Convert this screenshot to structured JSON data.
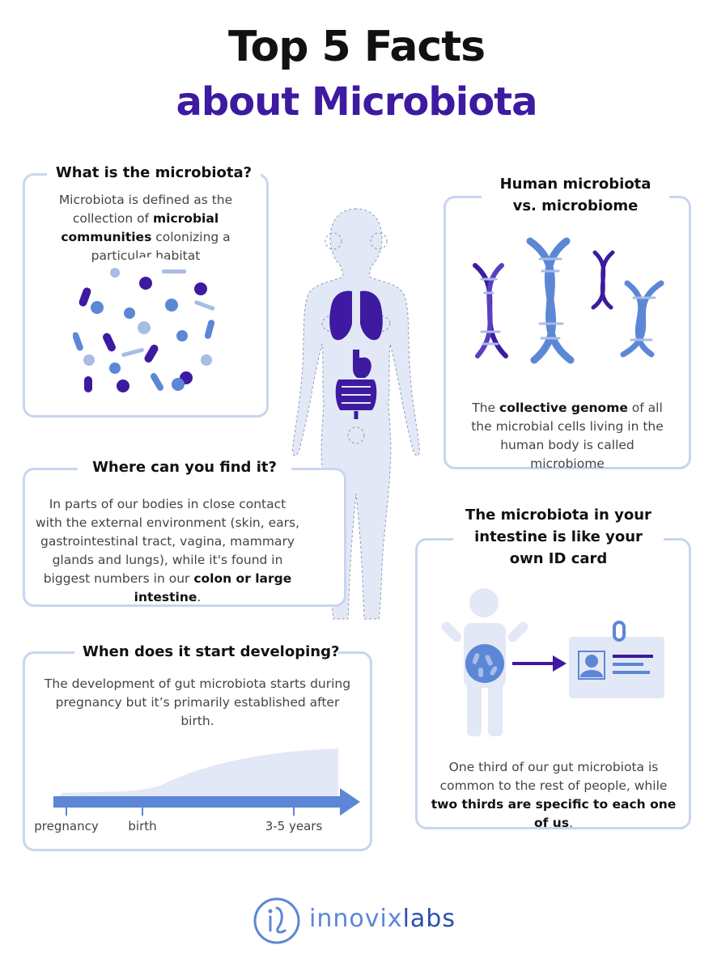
{
  "header": {
    "title_line1": "Top 5 Facts",
    "title_line2": "about Microbiota"
  },
  "cards": {
    "what": {
      "title": "What is the microbiota?",
      "text_before": "Microbiota is defined as the collection of ",
      "text_bold": "microbial communities",
      "text_after": " colonizing a particular habitat"
    },
    "vs": {
      "title_line1": "Human microbiota",
      "title_line2": "vs. microbiome",
      "text_before": "The ",
      "text_bold": "collective genome",
      "text_after": " of all the microbial cells living in the human body is called microbiome"
    },
    "where": {
      "title": "Where can you find it?",
      "text_before": "In parts of our bodies in close contact with the external environment (skin, ears, gastrointestinal tract, vagina, mammary glands and lungs), while it's found in biggest numbers in our ",
      "text_bold": "colon or large intestine",
      "text_after": "."
    },
    "id": {
      "title_line1": "The microbiota in your",
      "title_line2": "intestine is like your",
      "title_line3": "own ID card",
      "text_before": "One third of our gut microbiota is common to the rest of people, while ",
      "text_bold": "two thirds are specific to each one of us",
      "text_after": "."
    },
    "when": {
      "title": "When does it start developing?",
      "text": "The development of gut microbiota starts during pregnancy but it’s primarily established after birth.",
      "timeline": [
        "pregnancy",
        "birth",
        "3-5 years"
      ]
    }
  },
  "footer": {
    "logo_part1": "innovix",
    "logo_part2": "labs",
    "logo_icon": "il-monogram-icon"
  },
  "colors": {
    "purple": "#3d1aa0",
    "blue": "#5b87d6",
    "light_blue": "#c9d5ef",
    "body_fill": "#e3e8f6"
  }
}
